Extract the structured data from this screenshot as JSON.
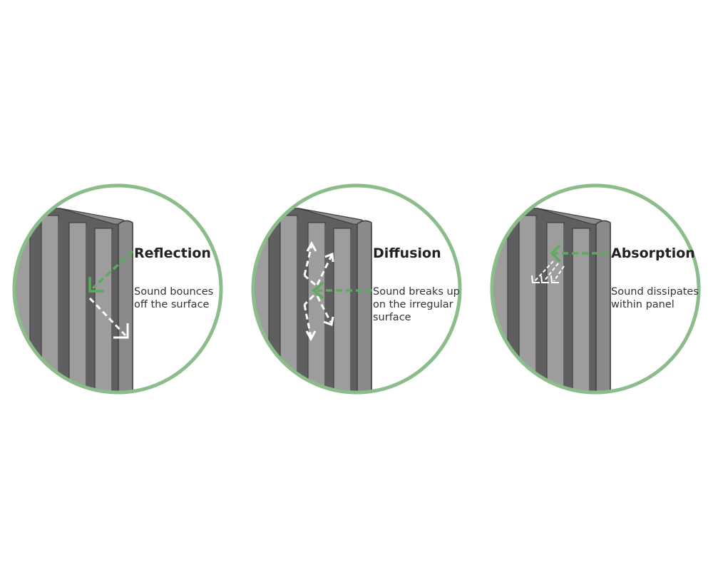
{
  "colors": {
    "circle_stroke": "#8bbd8b",
    "sound_arrow": "#5cab5c",
    "reflected_arrow": "#ffffff",
    "panel_dark": "#5f5f5f",
    "panel_slat": "#9d9d9d",
    "panel_back": "#8a8a8a",
    "panel_edge": "#404040"
  },
  "panels": [
    {
      "id": "reflection",
      "title": "Reflection",
      "description": [
        "Sound bounces",
        "off the surface"
      ]
    },
    {
      "id": "diffusion",
      "title": "Diffusion",
      "description": [
        "Sound breaks up",
        "on the irregular",
        "surface"
      ]
    },
    {
      "id": "absorption",
      "title": "Absorption",
      "description": [
        "Sound dissipates",
        "within panel"
      ]
    }
  ]
}
